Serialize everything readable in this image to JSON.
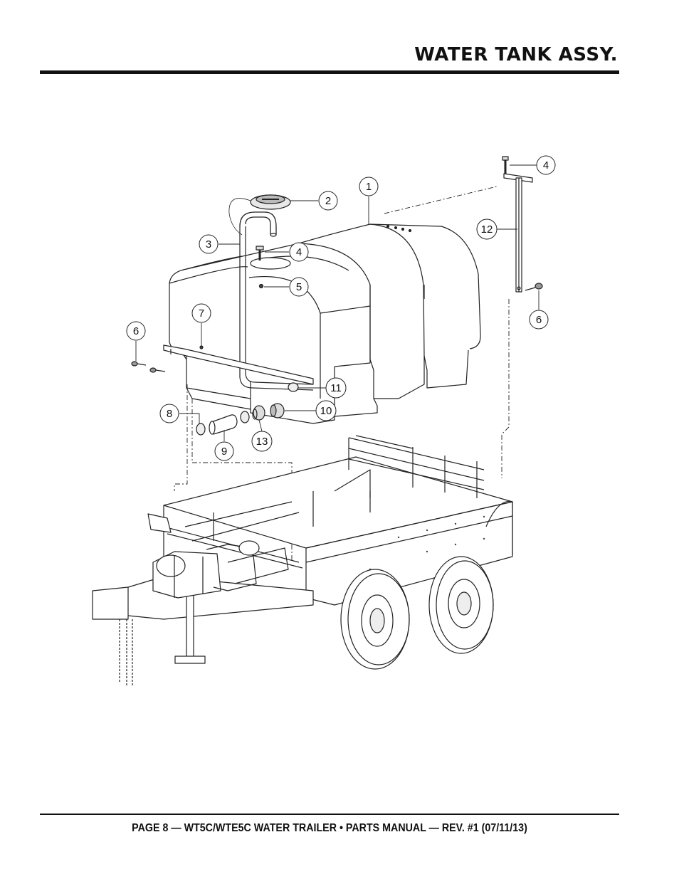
{
  "header": {
    "title": "WATER TANK ASSY."
  },
  "footer": {
    "text": "PAGE 8 — WT5C/WTE5C WATER TRAILER • PARTS MANUAL — REV. #1 (07/11/13)"
  },
  "callouts": {
    "c1": "1",
    "c2": "2",
    "c3": "3",
    "c4a": "4",
    "c4b": "4",
    "c5": "5",
    "c6a": "6",
    "c6b": "6",
    "c7": "7",
    "c8": "8",
    "c9": "9",
    "c10": "10",
    "c11": "11",
    "c12": "12",
    "c13": "13"
  }
}
